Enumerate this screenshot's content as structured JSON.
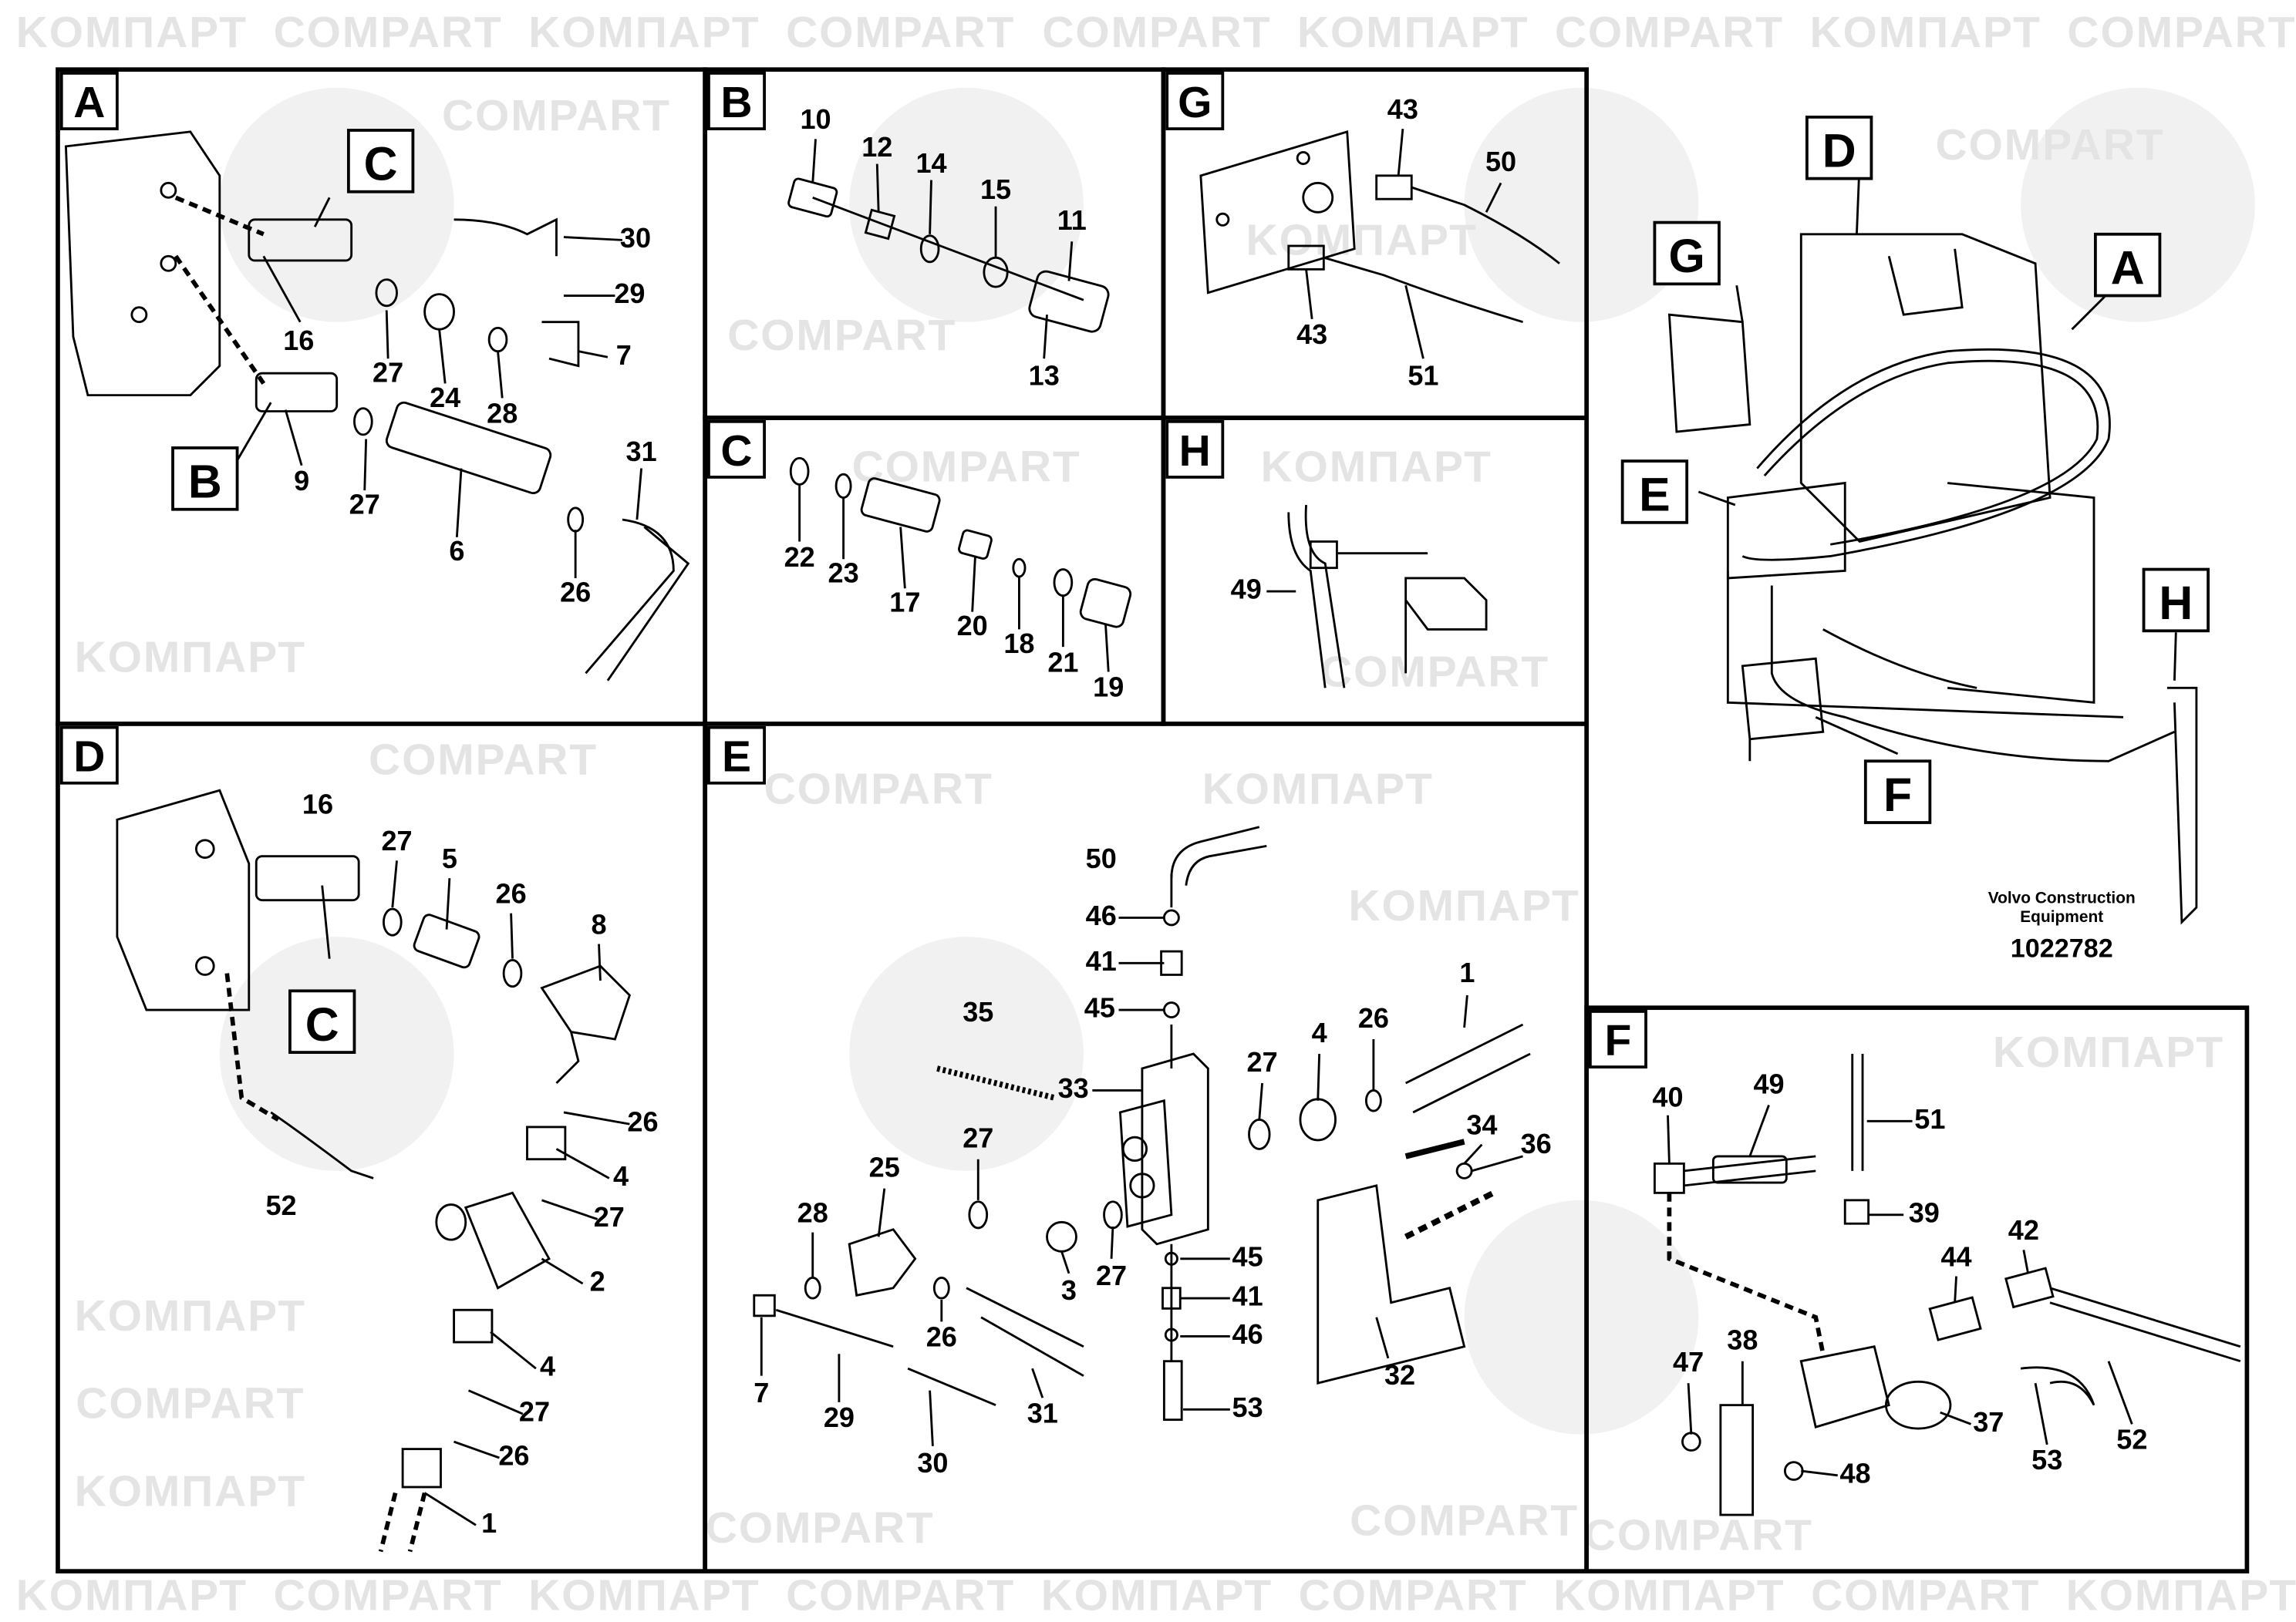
{
  "watermarks": [
    "KOMПАРТ",
    "COMPART"
  ],
  "panels": {
    "A": {
      "letter": "A",
      "callouts": [
        "C",
        "B"
      ],
      "numbers": [
        "16",
        "27",
        "24",
        "28",
        "7",
        "29",
        "30",
        "9",
        "27",
        "6",
        "26",
        "31"
      ]
    },
    "B": {
      "letter": "B",
      "numbers": [
        "10",
        "12",
        "14",
        "15",
        "11",
        "13"
      ]
    },
    "G": {
      "letter": "G",
      "numbers": [
        "43",
        "50",
        "43",
        "51"
      ]
    },
    "C": {
      "letter": "C",
      "numbers": [
        "22",
        "23",
        "17",
        "20",
        "18",
        "21",
        "19"
      ]
    },
    "H": {
      "letter": "H",
      "numbers": [
        "49"
      ]
    },
    "D": {
      "letter": "D",
      "callouts": [
        "C"
      ],
      "numbers": [
        "16",
        "27",
        "5",
        "26",
        "8",
        "26",
        "4",
        "27",
        "2",
        "4",
        "27",
        "26",
        "1",
        "52"
      ]
    },
    "E": {
      "letter": "E",
      "numbers": [
        "50",
        "46",
        "41",
        "45",
        "35",
        "33",
        "27",
        "4",
        "26",
        "1",
        "34",
        "36",
        "27",
        "25",
        "28",
        "27",
        "3",
        "45",
        "41",
        "46",
        "26",
        "32",
        "7",
        "29",
        "30",
        "31",
        "53"
      ]
    },
    "F": {
      "letter": "F",
      "numbers": [
        "40",
        "49",
        "51",
        "39",
        "44",
        "42",
        "47",
        "38",
        "37",
        "53",
        "52",
        "48"
      ]
    }
  },
  "overview": {
    "callouts": [
      "D",
      "G",
      "A",
      "E",
      "H",
      "F"
    ]
  },
  "caption": {
    "line1": "Volvo Construction",
    "line2": "Equipment",
    "part_number": "1022782"
  }
}
